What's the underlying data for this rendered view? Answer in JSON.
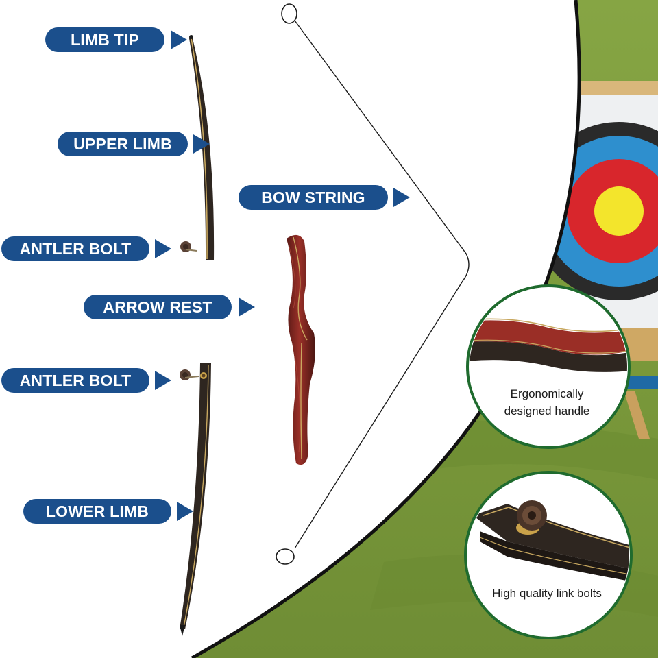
{
  "labels": {
    "limb_tip": "LIMB TIP",
    "upper_limb": "UPPER LIMB",
    "bow_string": "BOW STRING",
    "antler_bolt_upper": "ANTLER BOLT",
    "arrow_rest": "ARROW REST",
    "antler_bolt_lower": "ANTLER BOLT",
    "lower_limb": "LOWER LIMB"
  },
  "callouts": {
    "handle": {
      "line1": "Ergonomically",
      "line2": "designed handle"
    },
    "bolts": {
      "line1": "High quality link bolts"
    }
  },
  "colors": {
    "label_pill": "#1b4f8c",
    "grass": "#7c9a3c",
    "callout_ring": "#1f6b2e",
    "riser_red": "#8e2a22",
    "limb_dark": "#2e2620"
  },
  "icons": {
    "label_pointer": "triangle-right-icon"
  }
}
